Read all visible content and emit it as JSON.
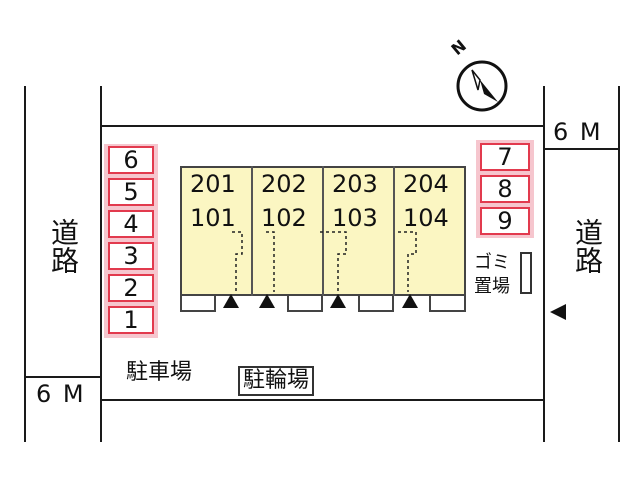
{
  "roads": {
    "left_label": "道路",
    "right_label": "道路",
    "left_width": "6 M",
    "right_width": "6 M"
  },
  "compass": {
    "label": "N"
  },
  "parking_stalls_left": [
    "6",
    "5",
    "4",
    "3",
    "2",
    "1"
  ],
  "parking_stalls_right": [
    "7",
    "8",
    "9"
  ],
  "building": {
    "units": [
      {
        "upper": "201",
        "lower": "101"
      },
      {
        "upper": "202",
        "lower": "102"
      },
      {
        "upper": "203",
        "lower": "103"
      },
      {
        "upper": "204",
        "lower": "104"
      }
    ]
  },
  "labels": {
    "parking": "駐車場",
    "bicycle_parking": "駐輪場",
    "garbage_top": "ゴミ",
    "garbage_bottom": "置場"
  },
  "colors": {
    "stall_border": "#e23a4e",
    "stall_fill_group": "#f6c6ce",
    "building_fill": "#fbf6c2",
    "line": "#1a1a1a"
  }
}
